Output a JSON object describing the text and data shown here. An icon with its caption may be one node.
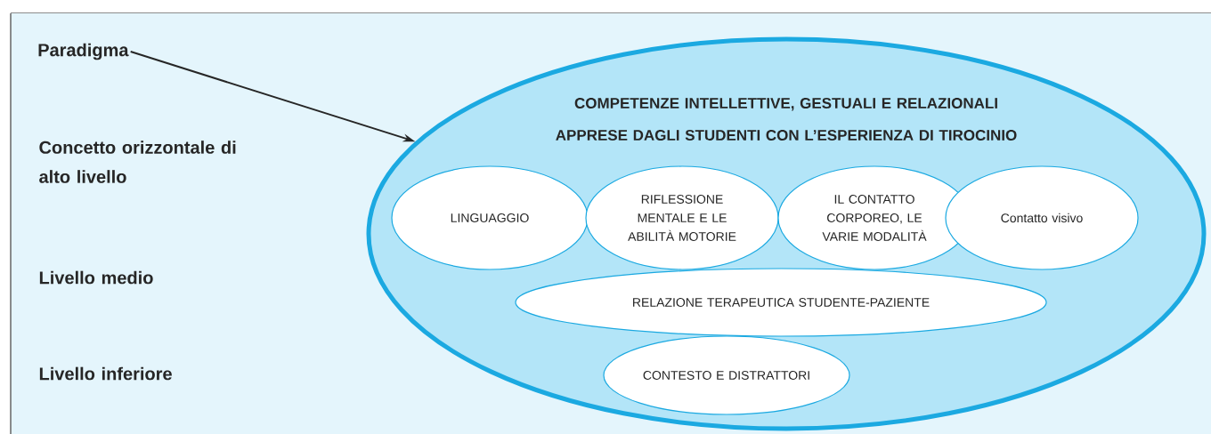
{
  "diagram": {
    "nodes": [
      {
        "text": [
          "Paradigma"
        ]
      },
      {
        "text": [
          "COMPETENZE INTELLETTIVE, GESTUALI E RELAZIONALI APPRESE DAGLI STUDENTI CON L’ESPERIENZA DI TIROCINIO"
        ]
      },
      {
        "text": [
          "LINGUAGGIO"
        ],
        "in": 1
      },
      {
        "text": [
          "RIFLESSIONE MENTALE E LE ABILITÀ MOTORIE"
        ],
        "in": 1
      },
      {
        "text": [
          "IL CONTATTO CORPOREO, LE VARIE MODALITÀ"
        ],
        "in": 1
      },
      {
        "text": [
          "Contatto visivo"
        ],
        "in": 1
      },
      {
        "text": [
          "RELAZIONE TERAPEUTICA STUDENTE-PAZIENTE"
        ],
        "in": 1
      },
      {
        "text": [
          "CONTESTO E DISTRATTORI"
        ],
        "in": 1
      }
    ],
    "edges": [
      {
        "from": 0,
        "to": 1,
        "arrow": "to"
      }
    ],
    "labels": [
      "Concetto orizzontale di alto livello",
      "Livello medio",
      "Livello inferiore"
    ]
  }
}
